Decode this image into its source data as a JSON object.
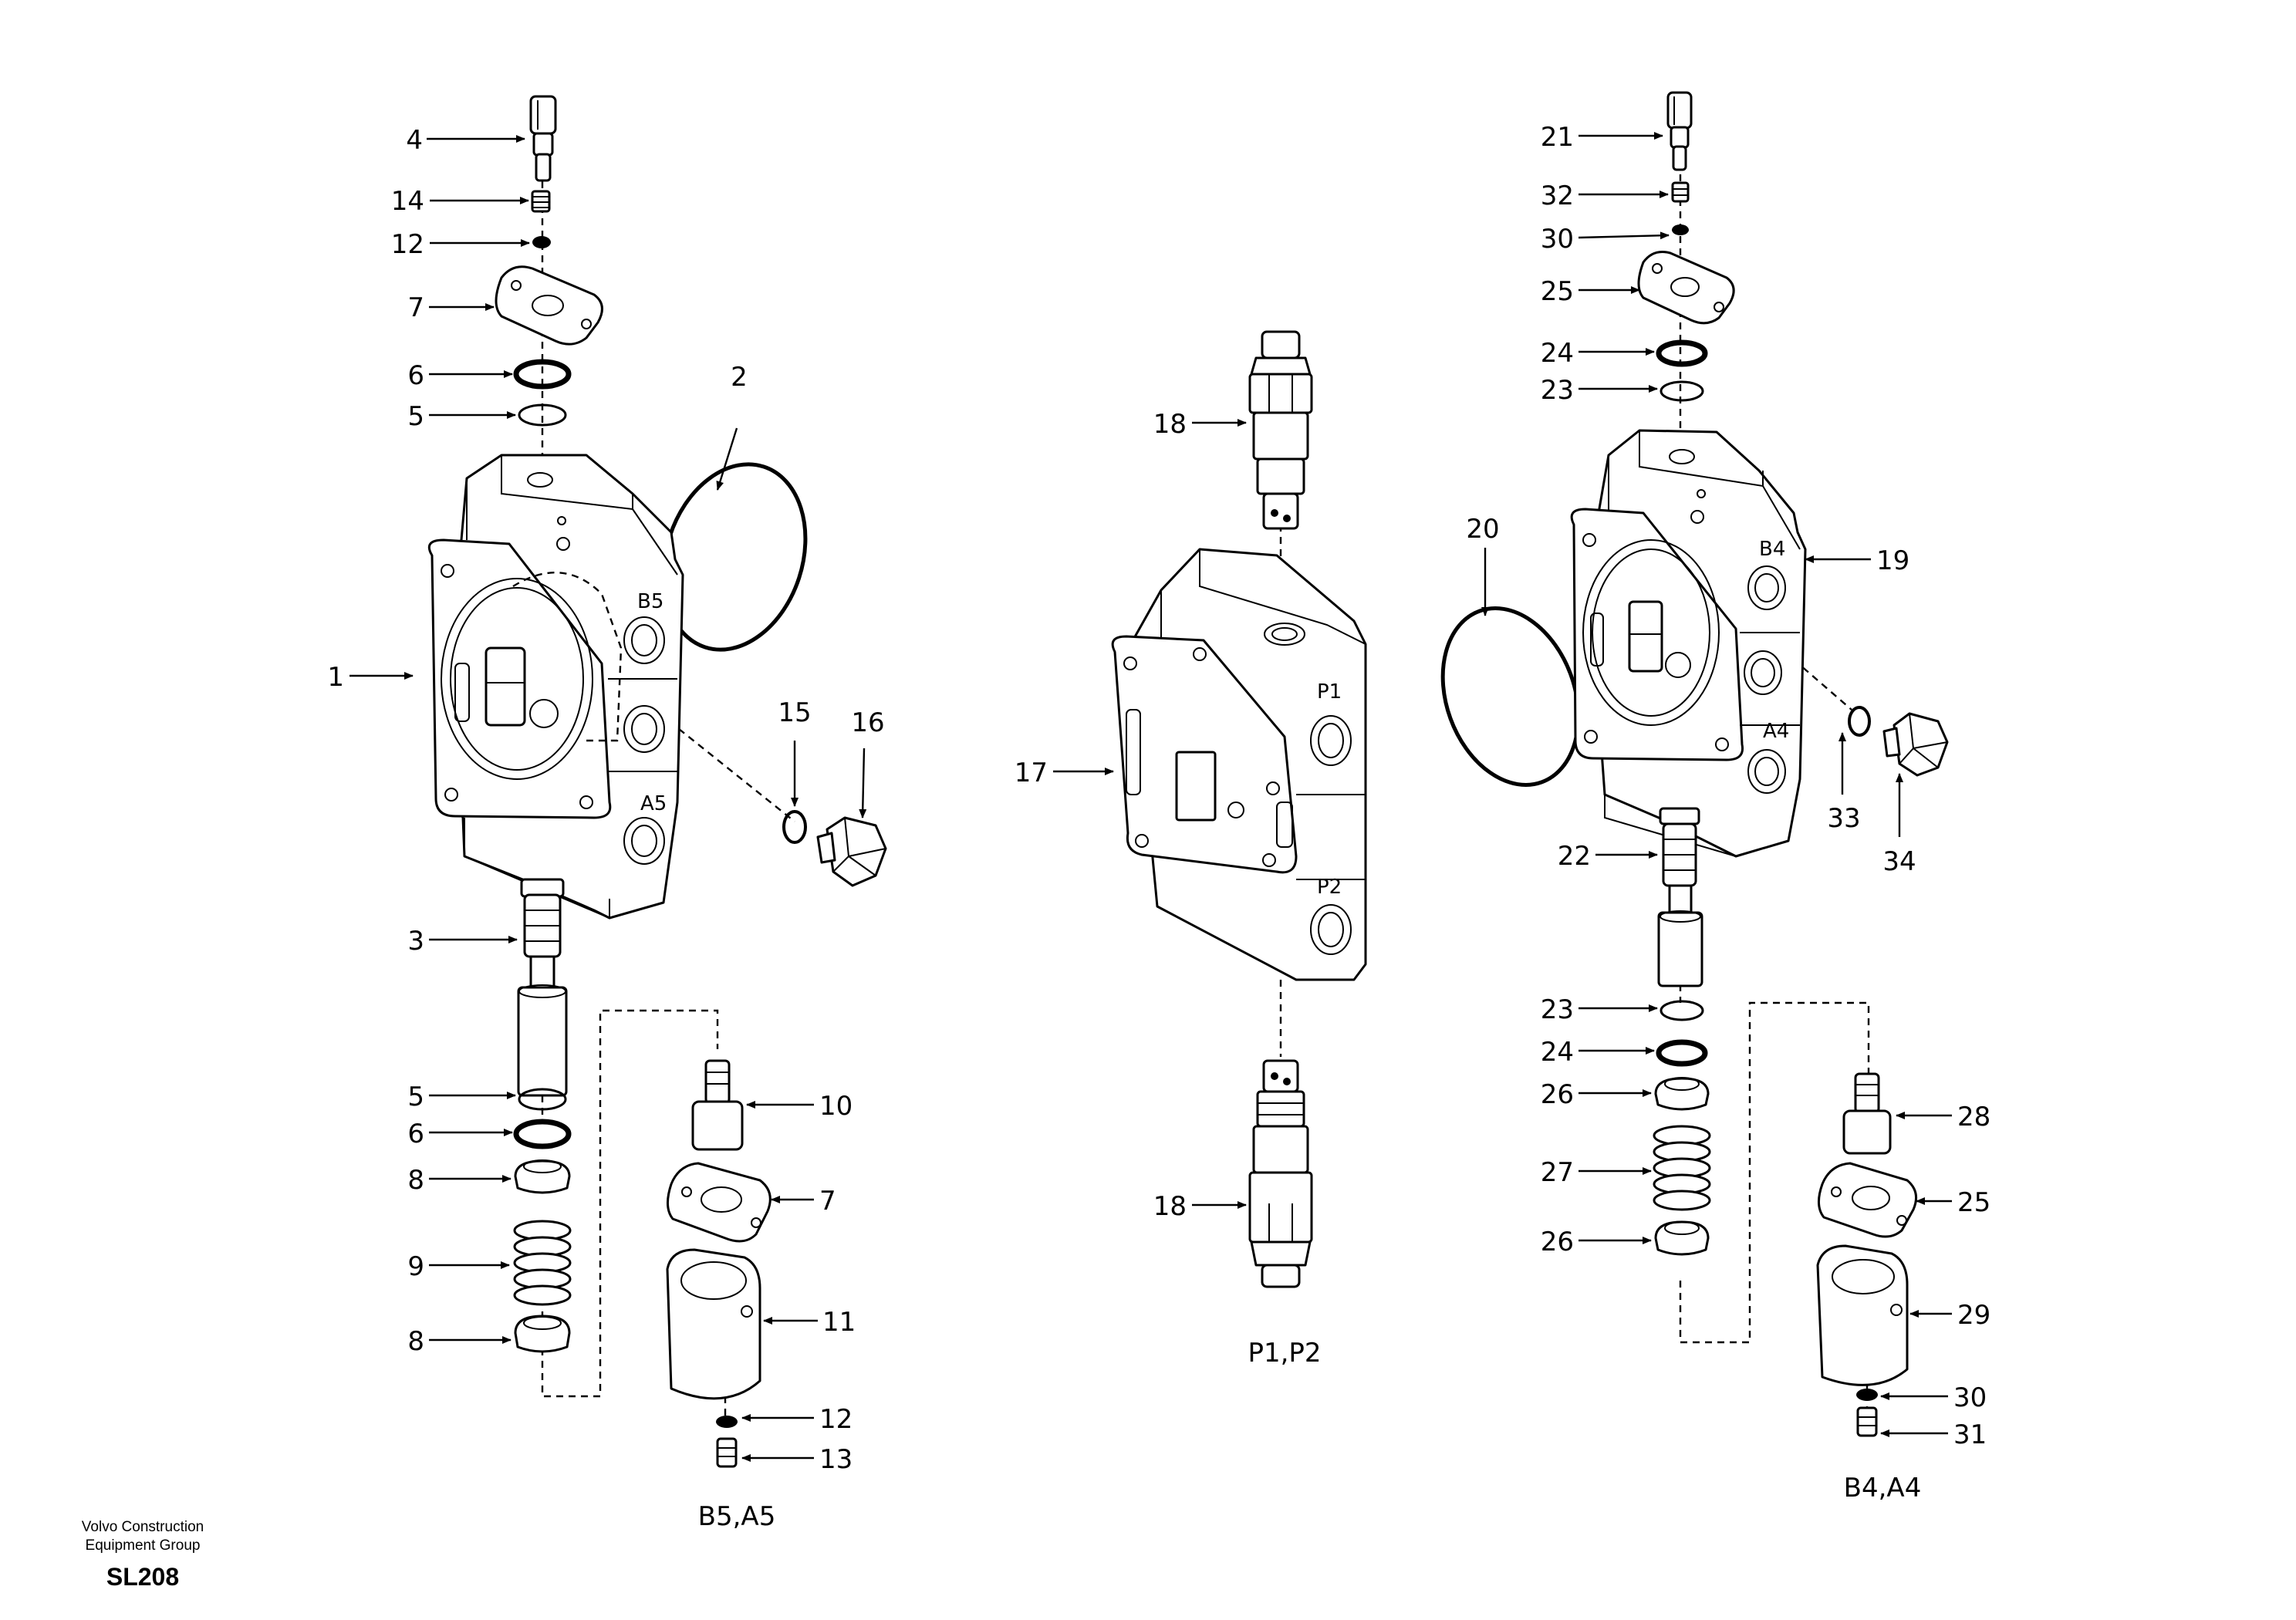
{
  "labels": {
    "l1": "1",
    "l2": "2",
    "l3": "3",
    "l4": "4",
    "l5a": "5",
    "l5b": "5",
    "l6a": "6",
    "l6b": "6",
    "l7a": "7",
    "l7b": "7",
    "l8a": "8",
    "l8b": "8",
    "l9": "9",
    "l10": "10",
    "l11": "11",
    "l12a": "12",
    "l12b": "12",
    "l13": "13",
    "l14": "14",
    "l15": "15",
    "l16": "16",
    "l17": "17",
    "l18a": "18",
    "l18b": "18",
    "l19": "19",
    "l20": "20",
    "l21": "21",
    "l22": "22",
    "l23a": "23",
    "l23b": "23",
    "l24a": "24",
    "l24b": "24",
    "l25a": "25",
    "l25b": "25",
    "l26a": "26",
    "l26b": "26",
    "l27": "27",
    "l28": "28",
    "l29": "29",
    "l30a": "30",
    "l30b": "30",
    "l31": "31",
    "l32": "32",
    "l33": "33",
    "l34": "34"
  },
  "ports": {
    "b5": "B5",
    "a5": "A5",
    "p1": "P1",
    "p2": "P2",
    "b4": "B4",
    "a4": "A4"
  },
  "captions": {
    "left": "B5,A5",
    "center": "P1,P2",
    "right": "B4,A4"
  },
  "footer": {
    "org_line1": "Volvo Construction",
    "org_line2": "Equipment Group",
    "code": "SL208"
  }
}
